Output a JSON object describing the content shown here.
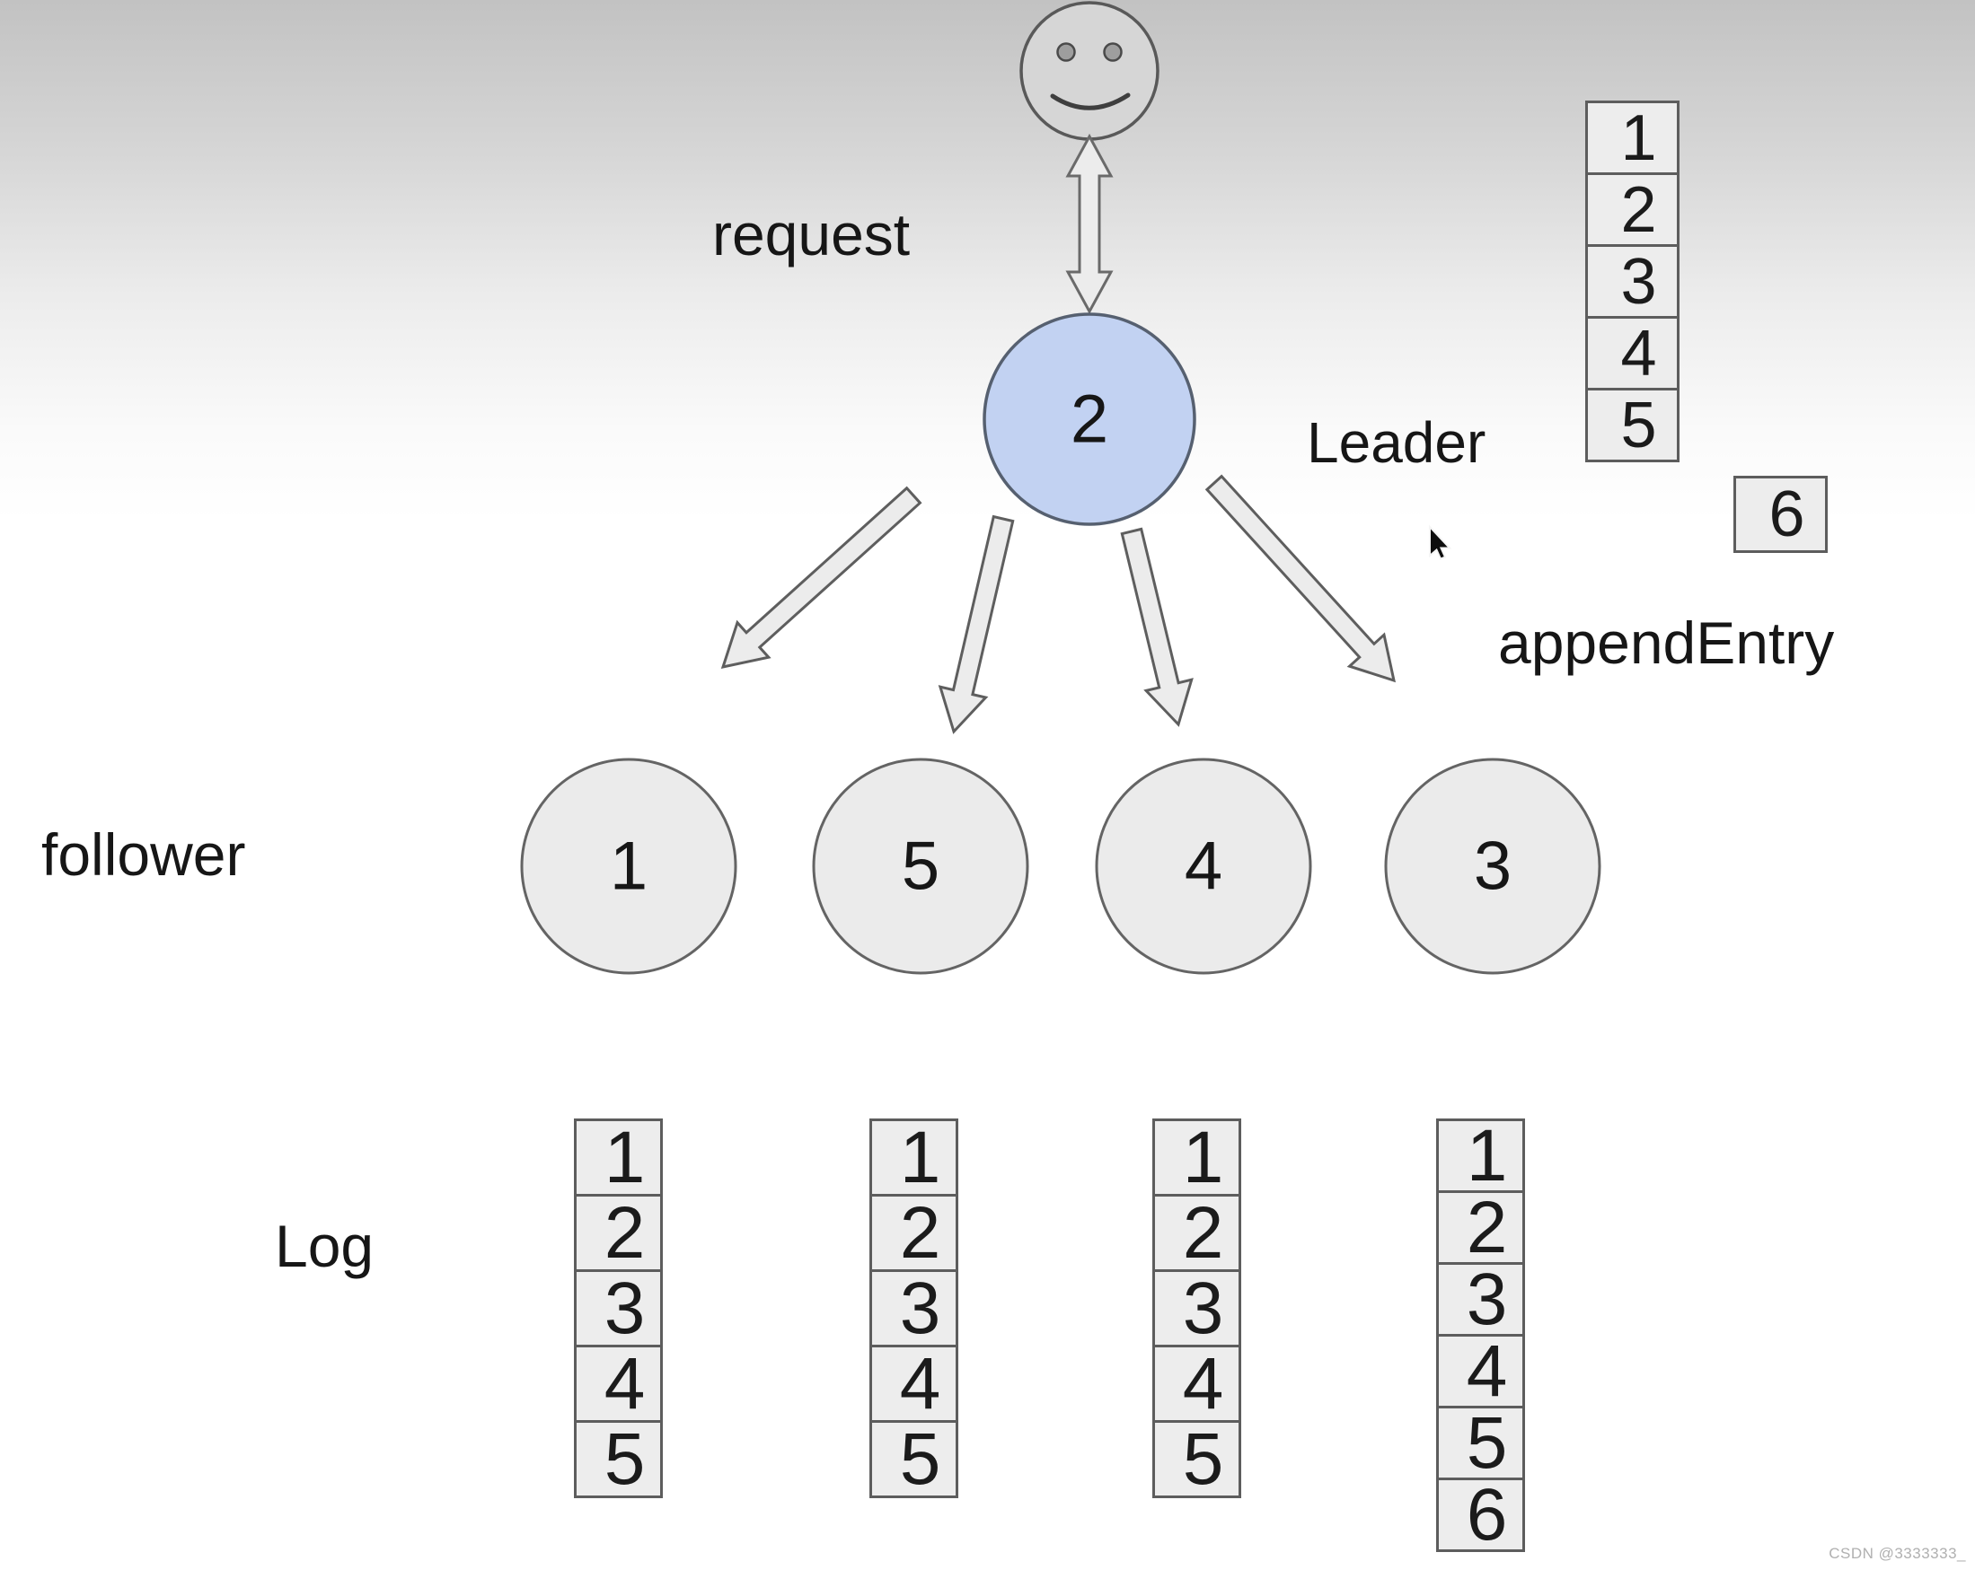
{
  "labels": {
    "request": "request",
    "leader": "Leader",
    "append_entry": "appendEntry",
    "follower": "follower",
    "log": "Log"
  },
  "client": {
    "icon": "smiley-face-icon"
  },
  "leader_node": {
    "id": "2"
  },
  "follower_nodes": [
    {
      "id": "1"
    },
    {
      "id": "5"
    },
    {
      "id": "4"
    },
    {
      "id": "3"
    }
  ],
  "leader_log": {
    "entries": [
      "1",
      "2",
      "3",
      "4",
      "5"
    ],
    "pending_entry": "6"
  },
  "follower_logs": [
    {
      "node": "1",
      "entries": [
        "1",
        "2",
        "3",
        "4",
        "5"
      ]
    },
    {
      "node": "5",
      "entries": [
        "1",
        "2",
        "3",
        "4",
        "5"
      ]
    },
    {
      "node": "4",
      "entries": [
        "1",
        "2",
        "3",
        "4",
        "5"
      ]
    },
    {
      "node": "3",
      "entries": [
        "1",
        "2",
        "3",
        "4",
        "5",
        "6"
      ]
    }
  ],
  "watermark": "CSDN @3333333_",
  "colors": {
    "leader_fill": "#c2d2f2",
    "node_fill": "#ebebeb",
    "cell_fill": "#ededed",
    "arrow_fill": "#ececec",
    "stroke": "#5d5d5d"
  }
}
